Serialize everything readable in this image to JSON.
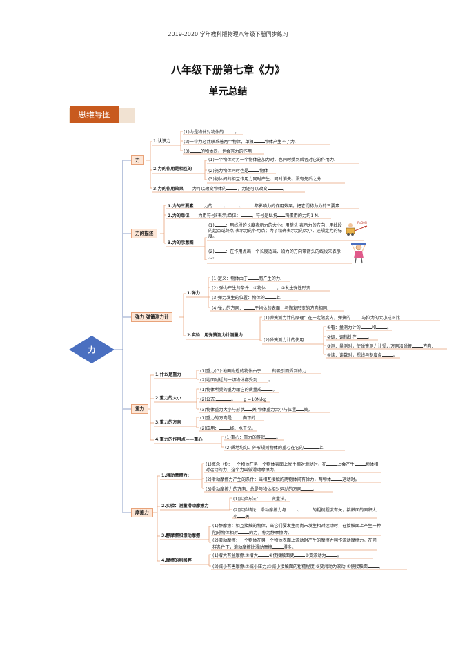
{
  "header": {
    "text": "2019-2020 学年教科版物理八年级下册同步练习"
  },
  "title": "八年级下册第七章《力》",
  "subtitle": "单元总结",
  "banner": {
    "label": "思维导图"
  },
  "center": {
    "label": "力"
  },
  "n1": {
    "label": "力",
    "c1": {
      "label": "1.认识力",
      "a": "(1)力是物体对物体的",
      "a2": "。",
      "b": "(2)一个力必然联系着两个物体，单独",
      "b2": "物体产生不了力.",
      "c": "(3)",
      "c2": "的物体间，也会有力的作用"
    },
    "c2": {
      "label": "2.力的作用是相互的",
      "a": "(1)一个物体对另一个物体施加力时，也同时受到后者对它的作用力.",
      "b": "(2)施力物体同时也是",
      "b2": "物体",
      "c": "(3)物体间的相互作用力同时产生、同时消失、没有先后之分."
    },
    "c3": {
      "label": "3.力的作用效果",
      "a": "力可以改变物体的",
      "a2": "，力还可以改变",
      "a3": "。"
    }
  },
  "n2": {
    "label": "力的描述",
    "c1": {
      "label": "1.力的三要素",
      "a": "力的",
      "a2": "、",
      "a3": "、",
      "a4": "都影响力的作用效果，把它们称为力的三要素"
    },
    "c2": {
      "label": "2.力的单位",
      "a": "力用符号F表示;单位：",
      "a2": "，符号是N.托",
      "a3": "鸡蛋用的力约1 N."
    },
    "c3": {
      "label": "3.力的示意图",
      "a": "(1)",
      "a2": "：用线段的长度表示力的大小；用箭头 表示力的方向；用线段的起点或终点 表示力的作用点；为了精确表示力的大小，还规定力的标度。",
      "b": "(2)",
      "b2": "：在作用点画一个长度适当、沿力的方向带箭头的线段来表示力。",
      "fig_label": "F=50N"
    }
  },
  "n3": {
    "label": "弹力  弹簧测力计",
    "c1": {
      "label": "1.弹力",
      "a": "(1)定义：物体由于",
      "a2": "而产生的力.",
      "b": "(2) 弹力产生的条件：①物体",
      "b2": "；②发生弹性形变.",
      "c": "(3)弹力发生的位置：物体的",
      "c2": "上.",
      "d": "(4)弹力的方向：",
      "d2": "于物体的表面，与恢复形变的方向相同."
    },
    "c2": {
      "label": "2.实验：用弹簧测力计测量力",
      "a": "(1)弹簧测力计的原理：在一定限度内，弹簧的",
      "a2": "与拉力的大小成正比.",
      "b": "(2)弹簧测力计的使用：",
      "b1": "①看：量测力计的",
      "b1b": "和",
      "b1c": "。",
      "b2": "②调：调指针在",
      "b2b": "。",
      "b3": "③测：量测时，使弹簧测力计受力方向沿弹簧",
      "b3b": "方向.",
      "b4": "④读：读数时，视线与刻度盘",
      "b4b": "。"
    }
  },
  "n4": {
    "label": "重力",
    "c1": {
      "label": "1.什么是重力",
      "a": "(1)重力(G):地面附近的物体由于",
      "a2": "的吸引而受到的力.",
      "b": "(2)地面附近的一切物体都受到",
      "b2": "。"
    },
    "c2": {
      "label": "2.重力的大小",
      "a": "(1)物体所受的重力跟它的质量成",
      "a2": "。",
      "b": "(2)公式:",
      "b2": "。",
      "b3": "g =10N/kg",
      "c": "(3)物体重力大小与形状",
      "c2": "关,物体重力大小与位置",
      "c3": "关。"
    },
    "c3": {
      "label": "3.重力的方向",
      "a": "(1)重力的方向是",
      "a2": "向下的.",
      "b": "(2)应用：",
      "b2": "线、水平仪。"
    },
    "c4": {
      "label": "4.重力的作用点——重心",
      "a": "(1)重心：重力的等效",
      "a2": "。",
      "b": "(2)质地均匀、外形规则物体的重心在它的",
      "b2": "上."
    }
  },
  "n5": {
    "label": "摩擦力",
    "c1": {
      "label": "1.滑动摩擦力:",
      "a": "(1)概念（f）：一个物体在另一个物体表面上发生相对滑动时，在",
      "a2": "上会产生",
      "a3": "物体相对运动的力，这个力叫做滑动摩擦力。",
      "b": "(2)滑动摩擦力产生的条件：当相互接触的两物体间有弹力，两物体",
      "b2": "运动时。",
      "c": "(3)滑动摩擦力的方向：总是与物体相对运动的方向",
      "c2": "。"
    },
    "c2": {
      "label": "2.实验：测量滑动摩擦力",
      "a": "(1)实验方法：",
      "a2": "变量法。",
      "b": "(2)实验结论：滑动摩擦力与",
      "b2": "、",
      "b3": "的粗糙程度有关，接触面的面积大小",
      "b4": "关."
    },
    "c3": {
      "label": "3.静摩擦和滚动摩擦",
      "a": "(1)静摩擦：相互接触的物体，当它们要发生而尚未发生相对运动时，在接触面上产生一种阻碍物体相对",
      "a2": "的力，称为静摩擦力。",
      "b": "(2)滚动摩擦：一个物体在另一个物体表面上滚动时产生的摩擦力叫作滚动摩擦力。在同样条件下，滚动摩擦比滑动摩擦",
      "b2": "得多。"
    },
    "c4": {
      "label": "4.摩擦的利和弊",
      "a": "(1)增大有益摩擦:①增大",
      "a2": "②使接触面更",
      "a3": "③变滚动为",
      "a4": "。",
      "b": "(2)减小有害摩擦:①减小压力;②减小接触面的粗糙程度;③变滑动为滚动;④使接触面",
      "b2": "。"
    }
  }
}
